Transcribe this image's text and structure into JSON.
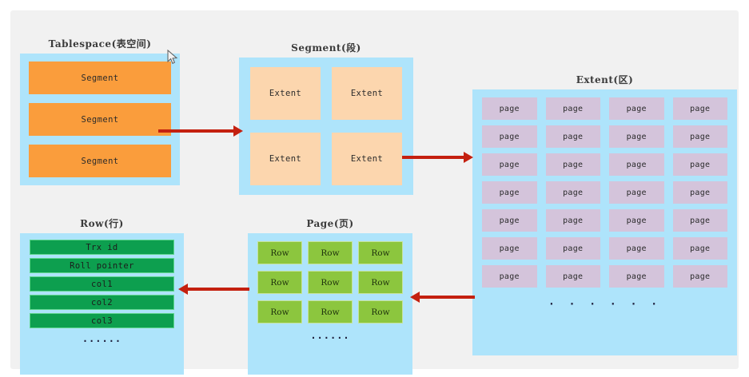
{
  "diagram": {
    "title": "InnoDB storage structure hierarchy",
    "colors": {
      "panel": "#aee4fb",
      "segment": "#fa9d3c",
      "extent": "#fcd6ae",
      "page": "#d4c4db",
      "row_cell": "#8cc63e",
      "row_field": "#0d9f4f",
      "arrow": "#c4200f",
      "canvas": "#f1f1f1"
    },
    "ellipsis": "· · · · · ·",
    "ellipsis_small": "······"
  },
  "tablespace": {
    "title": "Tablespace(表空间)",
    "items": [
      {
        "label": "Segment"
      },
      {
        "label": "Segment"
      },
      {
        "label": "Segment"
      }
    ]
  },
  "segment": {
    "title": "Segment(段)",
    "items": [
      {
        "label": "Extent"
      },
      {
        "label": "Extent"
      },
      {
        "label": "Extent"
      },
      {
        "label": "Extent"
      }
    ]
  },
  "extent": {
    "title": "Extent(区)",
    "columns": 4,
    "rows": 7,
    "items": [
      {
        "label": "page"
      },
      {
        "label": "page"
      },
      {
        "label": "page"
      },
      {
        "label": "page"
      },
      {
        "label": "page"
      },
      {
        "label": "page"
      },
      {
        "label": "page"
      },
      {
        "label": "page"
      },
      {
        "label": "page"
      },
      {
        "label": "page"
      },
      {
        "label": "page"
      },
      {
        "label": "page"
      },
      {
        "label": "page"
      },
      {
        "label": "page"
      },
      {
        "label": "page"
      },
      {
        "label": "page"
      },
      {
        "label": "page"
      },
      {
        "label": "page"
      },
      {
        "label": "page"
      },
      {
        "label": "page"
      },
      {
        "label": "page"
      },
      {
        "label": "page"
      },
      {
        "label": "page"
      },
      {
        "label": "page"
      },
      {
        "label": "page"
      },
      {
        "label": "page"
      },
      {
        "label": "page"
      },
      {
        "label": "page"
      }
    ],
    "more": "· · · · · ·"
  },
  "page": {
    "title": "Page(页)",
    "columns": 3,
    "rows": 3,
    "items": [
      {
        "label": "Row"
      },
      {
        "label": "Row"
      },
      {
        "label": "Row"
      },
      {
        "label": "Row"
      },
      {
        "label": "Row"
      },
      {
        "label": "Row"
      },
      {
        "label": "Row"
      },
      {
        "label": "Row"
      },
      {
        "label": "Row"
      }
    ],
    "more": "······"
  },
  "row": {
    "title": "Row(行)",
    "fields": [
      {
        "label": "Trx id"
      },
      {
        "label": "Roll pointer"
      },
      {
        "label": "col1"
      },
      {
        "label": "col2"
      },
      {
        "label": "col3"
      }
    ],
    "more": "······"
  },
  "arrows": [
    {
      "name": "tablespace-to-segment",
      "direction": "right"
    },
    {
      "name": "segment-to-extent",
      "direction": "right"
    },
    {
      "name": "extent-to-page",
      "direction": "left"
    },
    {
      "name": "page-to-row",
      "direction": "left"
    }
  ]
}
